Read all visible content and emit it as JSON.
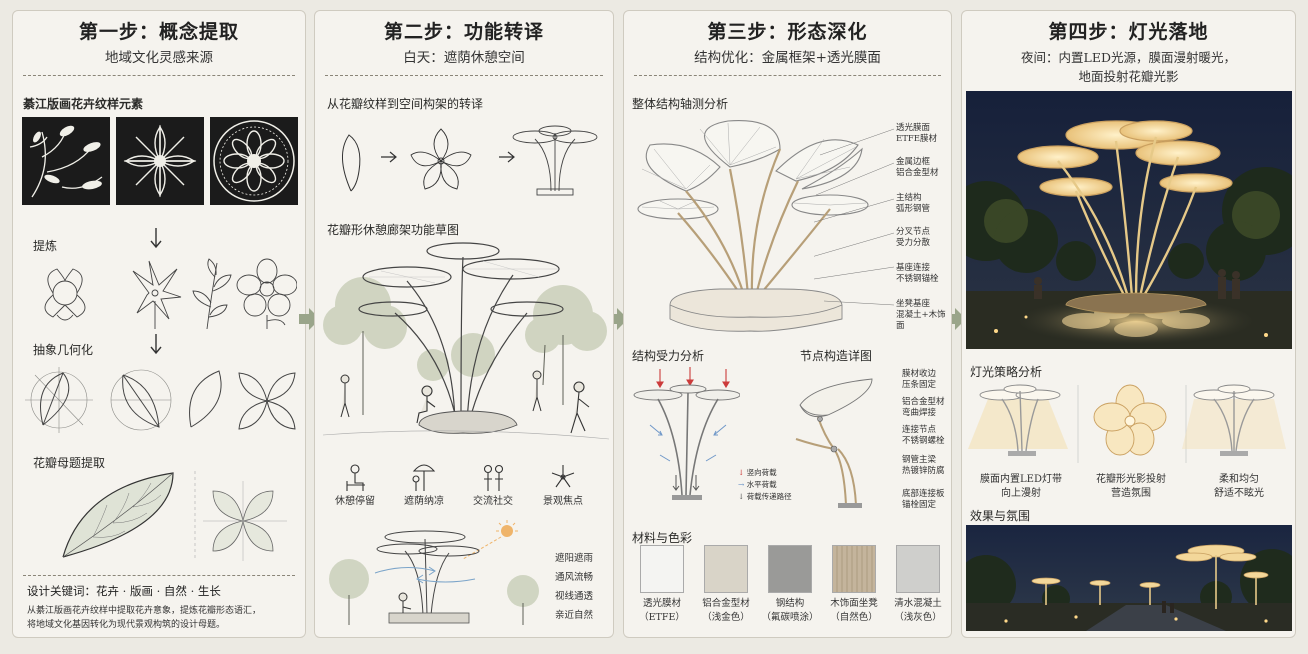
{
  "panel1": {
    "title": "第一步：概念提取",
    "subtitle": "地域文化灵感来源",
    "sec_prints": "綦江版画花卉纹样元素",
    "sec_refine": "提炼",
    "sec_abstract": "抽象几何化",
    "sec_motif": "花瓣母题提取",
    "keywords": "设计关键词：花卉 · 版画 · 自然 · 生长",
    "desc_line1": "从綦江版画花卉纹样中提取花卉意象，提炼花瓣形态语汇，",
    "desc_line2": "将地域文化基因转化为现代景观构筑的设计母题。"
  },
  "panel2": {
    "title": "第二步：功能转译",
    "subtitle": "白天：遮荫休憩空间",
    "sec_transform": "从花瓣纹样到空间构架的转译",
    "sec_sketch": "花瓣形休憩廊架功能草图",
    "functions": [
      "休憩停留",
      "遮荫纳凉",
      "交流社交",
      "景观焦点"
    ],
    "benefits": [
      "遮阳遮雨",
      "通风流畅",
      "视线通透",
      "亲近自然"
    ]
  },
  "panel3": {
    "title": "第三步：形态深化",
    "subtitle": "结构优化：金属框架+透光膜面",
    "sec_axon": "整体结构轴测分析",
    "axon_labels": [
      [
        "透光膜面",
        "ETFE膜材"
      ],
      [
        "金属边框",
        "铝合金型材"
      ],
      [
        "主结构",
        "弧形钢管"
      ],
      [
        "分叉节点",
        "受力分散"
      ],
      [
        "基座连接",
        "不锈钢锚栓"
      ],
      [
        "坐凳基座",
        "混凝土+木饰面"
      ]
    ],
    "sec_force": "结构受力分析",
    "force_legend": [
      "竖向荷载",
      "水平荷载",
      "荷载传递路径"
    ],
    "sec_node": "节点构造详图",
    "node_labels": [
      [
        "膜材收边",
        "压条固定"
      ],
      [
        "铝合金型材",
        "弯曲焊接"
      ],
      [
        "连接节点",
        "不锈钢螺栓"
      ],
      [
        "钢管主梁",
        "热镀锌防腐"
      ],
      [
        "底部连接板",
        "锚栓固定"
      ]
    ],
    "sec_material": "材料与色彩",
    "materials": [
      {
        "name": "透光膜材",
        "note": "（ETFE）",
        "color": "#f4f4f2"
      },
      {
        "name": "铝合金型材",
        "note": "（浅金色）",
        "color": "#d9d4c8"
      },
      {
        "name": "钢结构",
        "note": "（氟碳喷涂）",
        "color": "#9a9a98"
      },
      {
        "name": "木饰面坐凳",
        "note": "（自然色）",
        "color": "#c4b49c"
      },
      {
        "name": "清水混凝土",
        "note": "（浅灰色）",
        "color": "#cfcfcc"
      }
    ]
  },
  "panel4": {
    "title": "第四步：灯光落地",
    "subtitle_line1": "夜间：内置LED光源，膜面漫射暖光，",
    "subtitle_line2": "地面投射花瓣光影",
    "sec_light": "灯光策略分析",
    "light_items": [
      [
        "膜面内置LED灯带",
        "向上漫射"
      ],
      [
        "花瓣形光影投射",
        "营造氛围"
      ],
      [
        "柔和均匀",
        "舒适不眩光"
      ]
    ],
    "sec_effect": "效果与氛围"
  },
  "colors": {
    "panel_bg": "#f5f3ee",
    "night_sky": "#1c2638",
    "warm_light": "#f3d79a",
    "arrow": "#9aa58a"
  }
}
